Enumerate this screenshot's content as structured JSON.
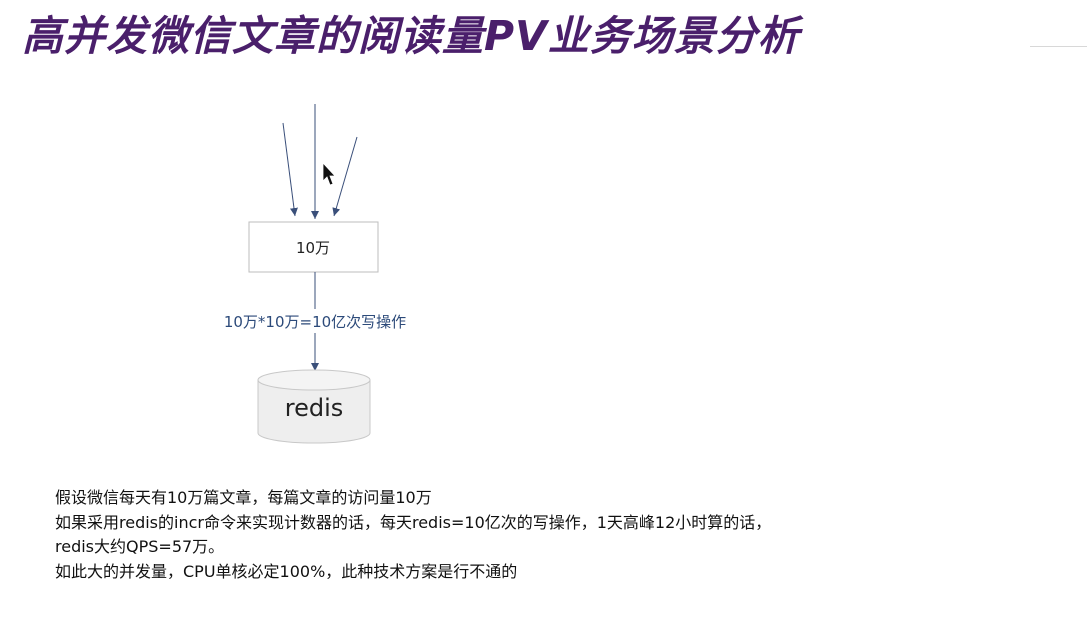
{
  "slide": {
    "title": "高并发微信文章的阅读量PV业务场景分析"
  },
  "diagram": {
    "box_label": "10万",
    "edge_label": "10万*10万=10亿次写操作",
    "db_label": "redis"
  },
  "notes": {
    "lines": [
      "假设微信每天有10万篇文章，每篇文章的访问量10万",
      "如果采用redis的incr命令来实现计数器的话，每天redis=10亿次的写操作，1天高峰12小时算的话，",
      "redis大约QPS=57万。",
      "如此大的并发量，CPU单核必定100%，此种技术方案是行不通的"
    ]
  },
  "colors": {
    "title": "#4a1f6b",
    "arrow": "#3a4f7a",
    "edge_label": "#2c4a7a",
    "db_fill": "#eeeeee",
    "db_stroke": "#c8c8c8",
    "box_stroke": "#bdbdbd"
  }
}
